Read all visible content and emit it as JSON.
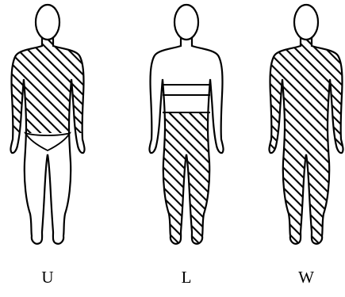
{
  "figures": [
    {
      "id": "U",
      "label": "U",
      "shaded_region": "upper-body-and-arms"
    },
    {
      "id": "L",
      "label": "L",
      "shaded_region": "lower-body-and-legs"
    },
    {
      "id": "W",
      "label": "W",
      "shaded_region": "whole-body-except-head"
    }
  ],
  "colors": {
    "stroke": "#000000",
    "hatch": "#000000",
    "background": "#ffffff"
  }
}
